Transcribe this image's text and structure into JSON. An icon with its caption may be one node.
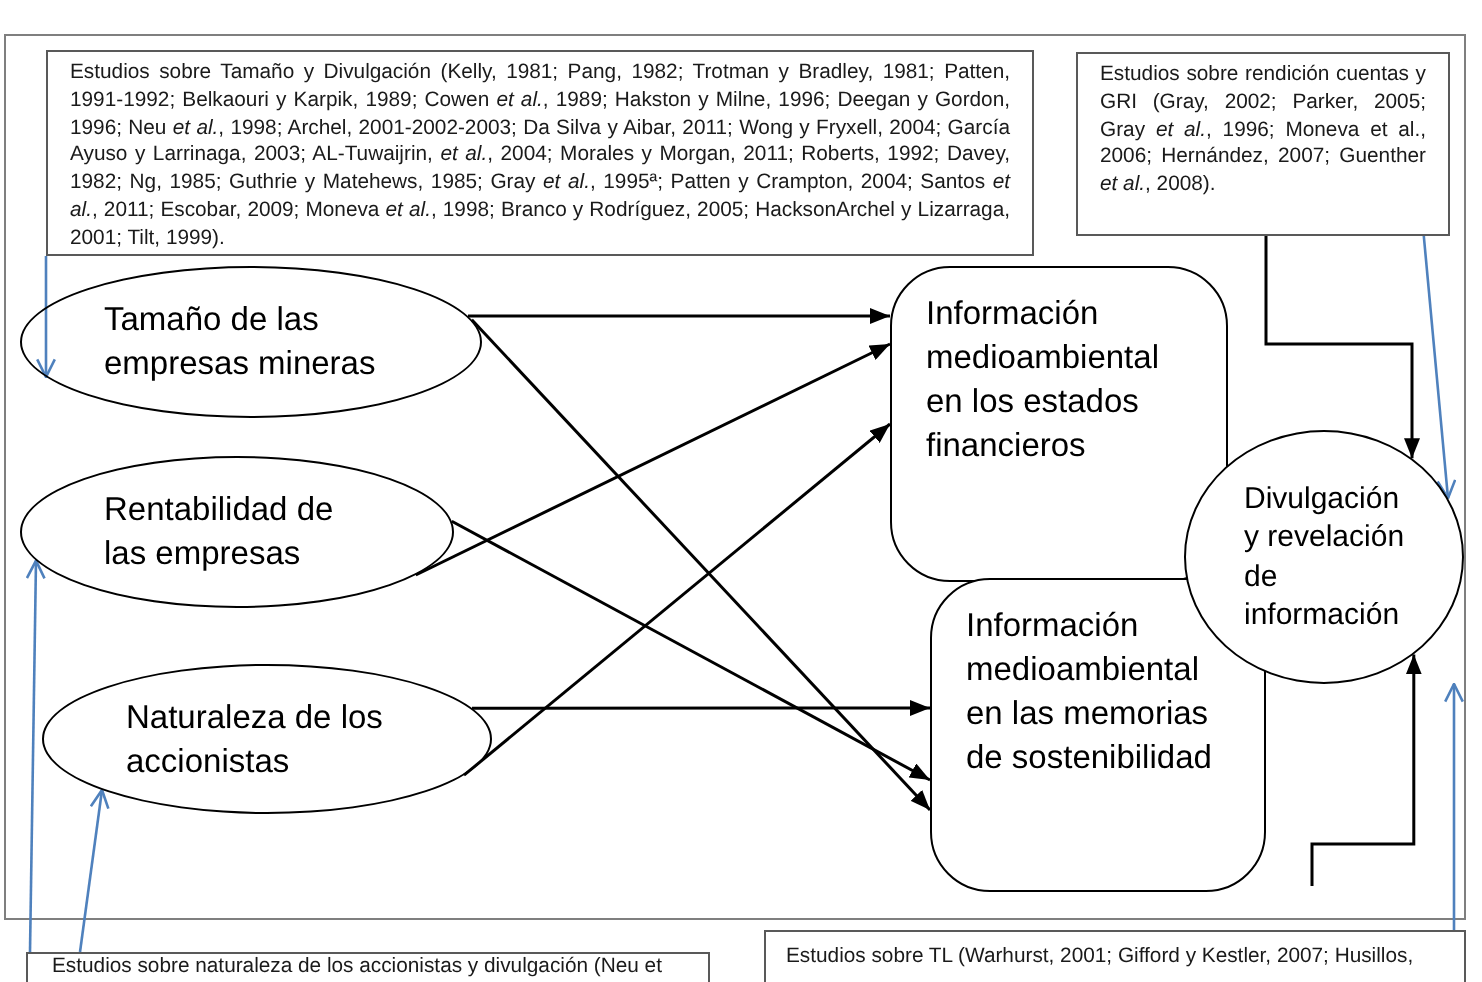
{
  "diagram": {
    "nodes": [
      {
        "text": [
          "Estudios sobre Tamaño y Divulgación (Kelly, 1981; Pang, 1982; Trotman y Bradley, 1981; Patten, 1991-1992; Belkaouri y Karpik, 1989; Cowen *et al.*, 1989; Hakston y Milne, 1996; Deegan y Gordon, 1996; Neu *et al.*, 1998; Archel, 2001-2002-2003; Da Silva y Aibar, 2011; Wong y Fryxell, 2004; García Ayuso y Larrinaga, 2003; AL-Tuwaijrin, *et al.*, 2004; Morales y Morgan, 2011; Roberts, 1992; Davey, 1982; Ng, 1985; Guthrie y Matehews, 1985; Gray *et al.*, 1995ª; Patten y Crampton, 2004; Santos *et al.*, 2011; Escobar, 2009; Moneva *et al.*, 1998; Branco y Rodríguez, 2005; HacksonArchel y Lizarraga, 2001; Tilt, 1999)."
        ]
      },
      {
        "text": [
          "Estudios sobre rendición cuentas y GRI (Gray, 2002; Parker, 2005; Gray *et al.*, 1996; Moneva et al., 2006; Hernández, 2007; Guenther *et al.*, 2008)."
        ]
      },
      {
        "text": [
          "Tamaño de las empresas mineras"
        ]
      },
      {
        "text": [
          "Rentabilidad de las empresas"
        ]
      },
      {
        "text": [
          "Naturaleza de los accionistas"
        ]
      },
      {
        "text": [
          "Información medioambiental en los estados financieros"
        ]
      },
      {
        "text": [
          "Información medioambiental en las memorias de sostenibilidad"
        ]
      },
      {
        "text": [
          "Divulgación y revelación de información"
        ]
      },
      {
        "text": [
          "Estudios sobre naturaleza de los accionistas y divulgación (Neu et"
        ]
      },
      {
        "text": [
          "Estudios sobre TL (Warhurst, 2001; Gifford y Kestler, 2007; Husillos,"
        ]
      }
    ],
    "edges": [
      {
        "from": 2,
        "to": 5,
        "arrow": "to"
      },
      {
        "from": 2,
        "to": 6,
        "arrow": "to"
      },
      {
        "from": 3,
        "to": 6,
        "arrow": "to"
      },
      {
        "from": 3,
        "to": 5,
        "arrow": "to"
      },
      {
        "from": 4,
        "to": 6,
        "arrow": "to"
      },
      {
        "from": 4,
        "to": 5,
        "arrow": "to"
      },
      {
        "from": 1,
        "to": 7,
        "arrow": "to"
      },
      {
        "from": null,
        "to": 7,
        "arrow": "to"
      },
      {
        "from": 0,
        "to": 2,
        "arrow": "to",
        "color": "#4f81bd"
      },
      {
        "from": 8,
        "to": 3,
        "arrow": "to",
        "color": "#4f81bd"
      },
      {
        "from": 8,
        "to": 4,
        "arrow": "to",
        "color": "#4f81bd"
      },
      {
        "from": 1,
        "to": 7,
        "arrow": "to",
        "color": "#4f81bd"
      },
      {
        "from": 9,
        "to": 7,
        "arrow": "to",
        "color": "#4f81bd"
      }
    ]
  }
}
